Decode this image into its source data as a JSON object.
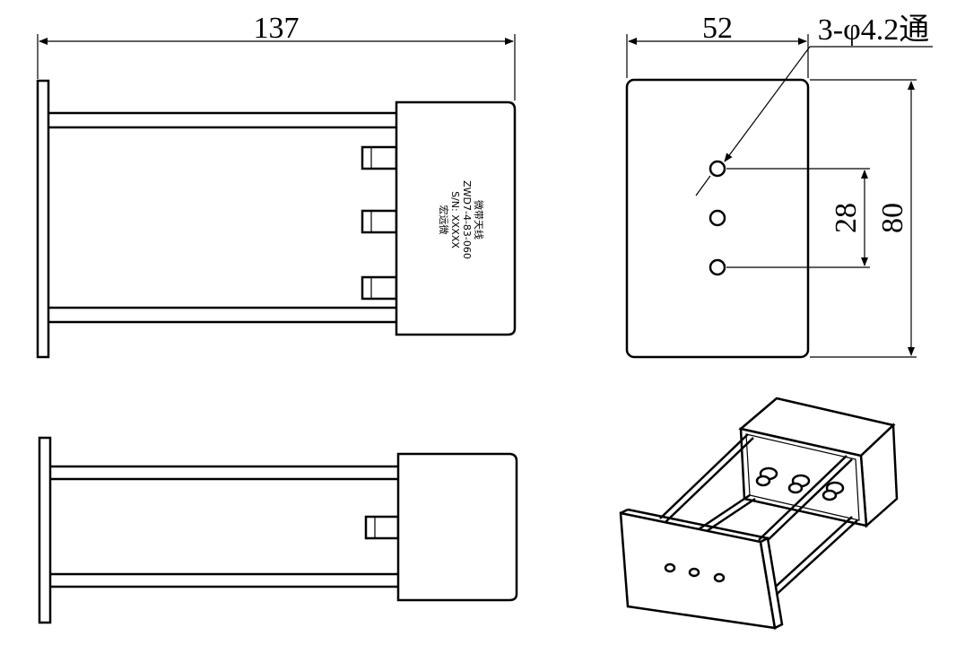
{
  "dimensions": {
    "overall_length": "137",
    "width": "52",
    "hole_note": "3-φ4.2通",
    "hole_spacing": "28",
    "height": "80"
  },
  "nameplate": {
    "line1": "微带天线",
    "line2": "ZWD7-4-83-060",
    "line3": "S/N: XXXXX",
    "line4": "宏远微"
  }
}
